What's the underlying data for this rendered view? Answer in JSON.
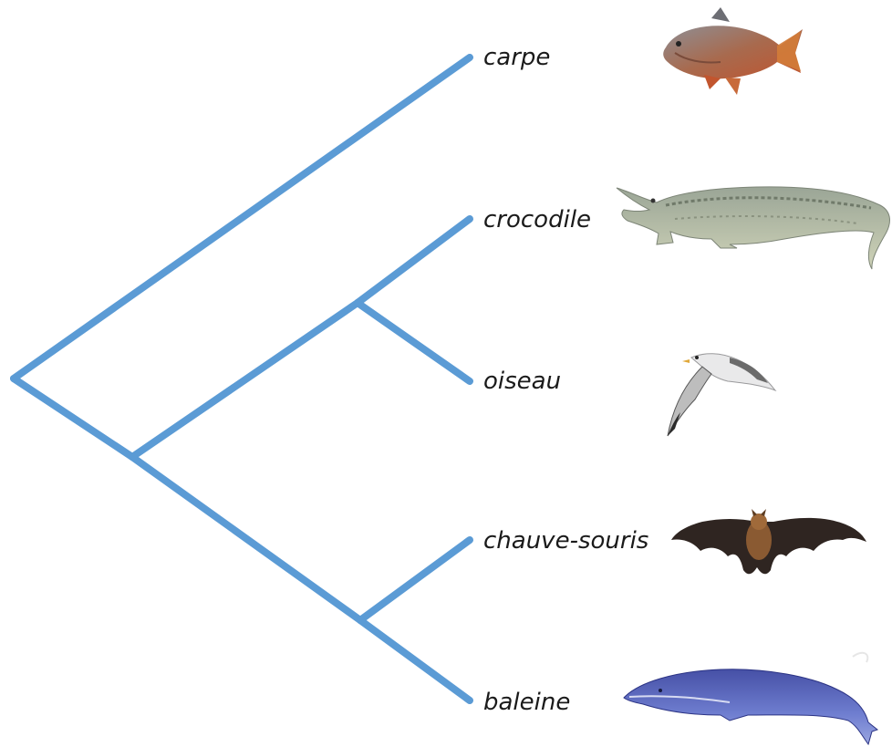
{
  "diagram": {
    "type": "cladogram",
    "branch_color": "#5b9bd5",
    "taxa": [
      {
        "id": "carpe",
        "label": "carpe",
        "icon": "fish-icon"
      },
      {
        "id": "crocodile",
        "label": "crocodile",
        "icon": "crocodile-icon"
      },
      {
        "id": "oiseau",
        "label": "oiseau",
        "icon": "bird-icon"
      },
      {
        "id": "chauve-souris",
        "label": "chauve-souris",
        "icon": "bat-icon"
      },
      {
        "id": "baleine",
        "label": "baleine",
        "icon": "whale-icon"
      }
    ],
    "tree": "(carpe,((crocodile,oiseau),(chauve-souris,baleine)))"
  }
}
